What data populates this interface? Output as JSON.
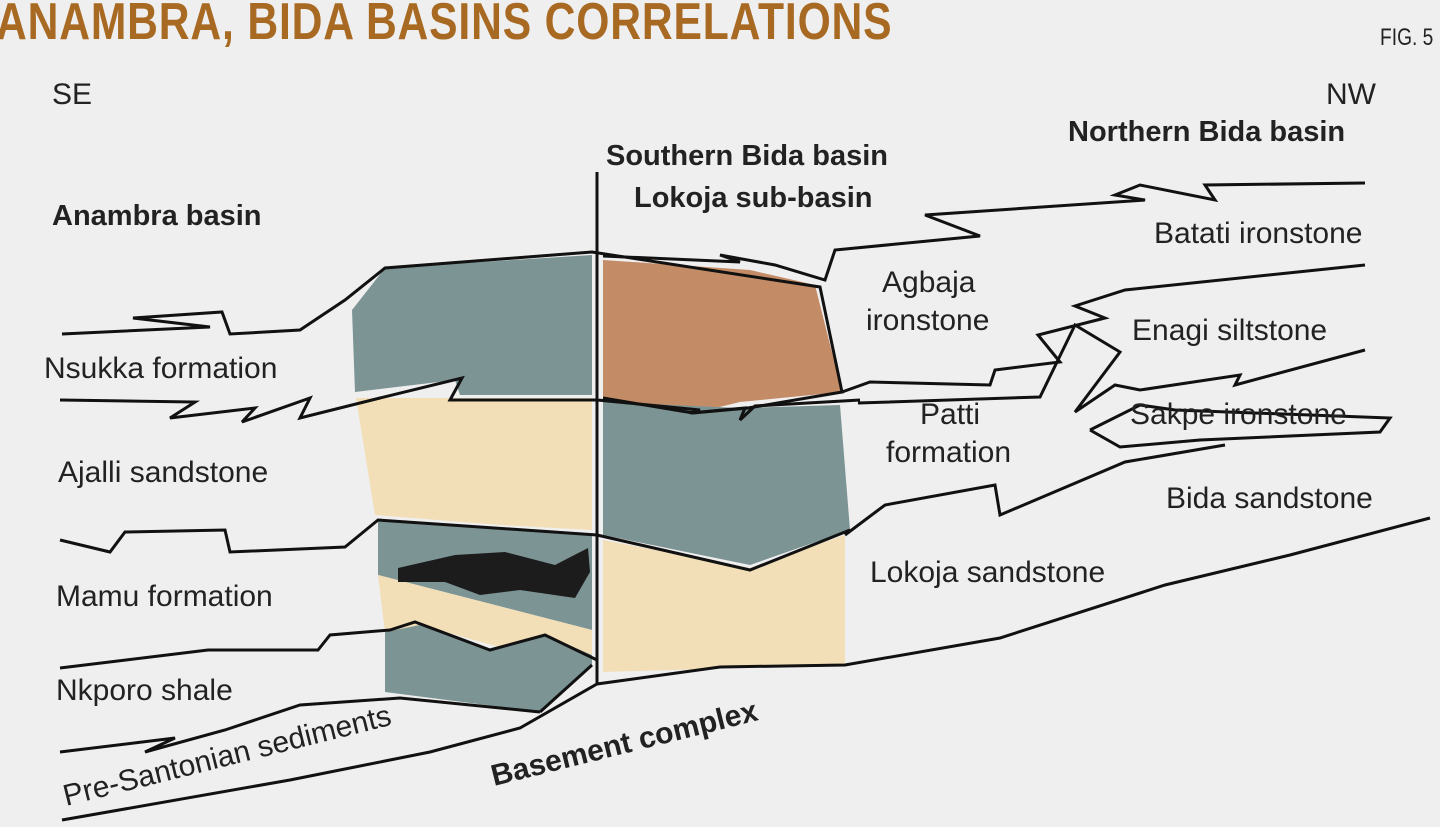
{
  "title": "ANAMBRA, BIDA BASINS CORRELATIONS",
  "figure_label": "FIG. 5",
  "directions": {
    "left": "SE",
    "right": "NW"
  },
  "basins": {
    "anambra": "Anambra basin",
    "southern_bida_line1": "Southern Bida basin",
    "southern_bida_line2": "Lokoja sub-basin",
    "northern_bida": "Northern Bida basin"
  },
  "anambra_units": {
    "nsukka": "Nsukka formation",
    "ajalli": "Ajalli sandstone",
    "mamu": "Mamu formation",
    "nkporo": "Nkporo shale",
    "pre_santonian": "Pre-Santonian sediments"
  },
  "lokoja_units": {
    "agbaja_line1": "Agbaja",
    "agbaja_line2": "ironstone",
    "patti_line1": "Patti",
    "patti_line2": "formation",
    "lokoja": "Lokoja sandstone"
  },
  "northern_units": {
    "batati": "Batati ironstone",
    "enagi": "Enagi siltstone",
    "sakpe": "Sakpe ironstone",
    "bida": "Bida sandstone"
  },
  "basement": "Basement complex",
  "colors": {
    "title": "#a86a22",
    "shale_gray": "#7d9495",
    "sandstone_tan": "#f2dfb8",
    "ironstone_brown": "#c48c66",
    "coal": "#1c1c1c",
    "line": "#111111",
    "background": "#efefef"
  }
}
